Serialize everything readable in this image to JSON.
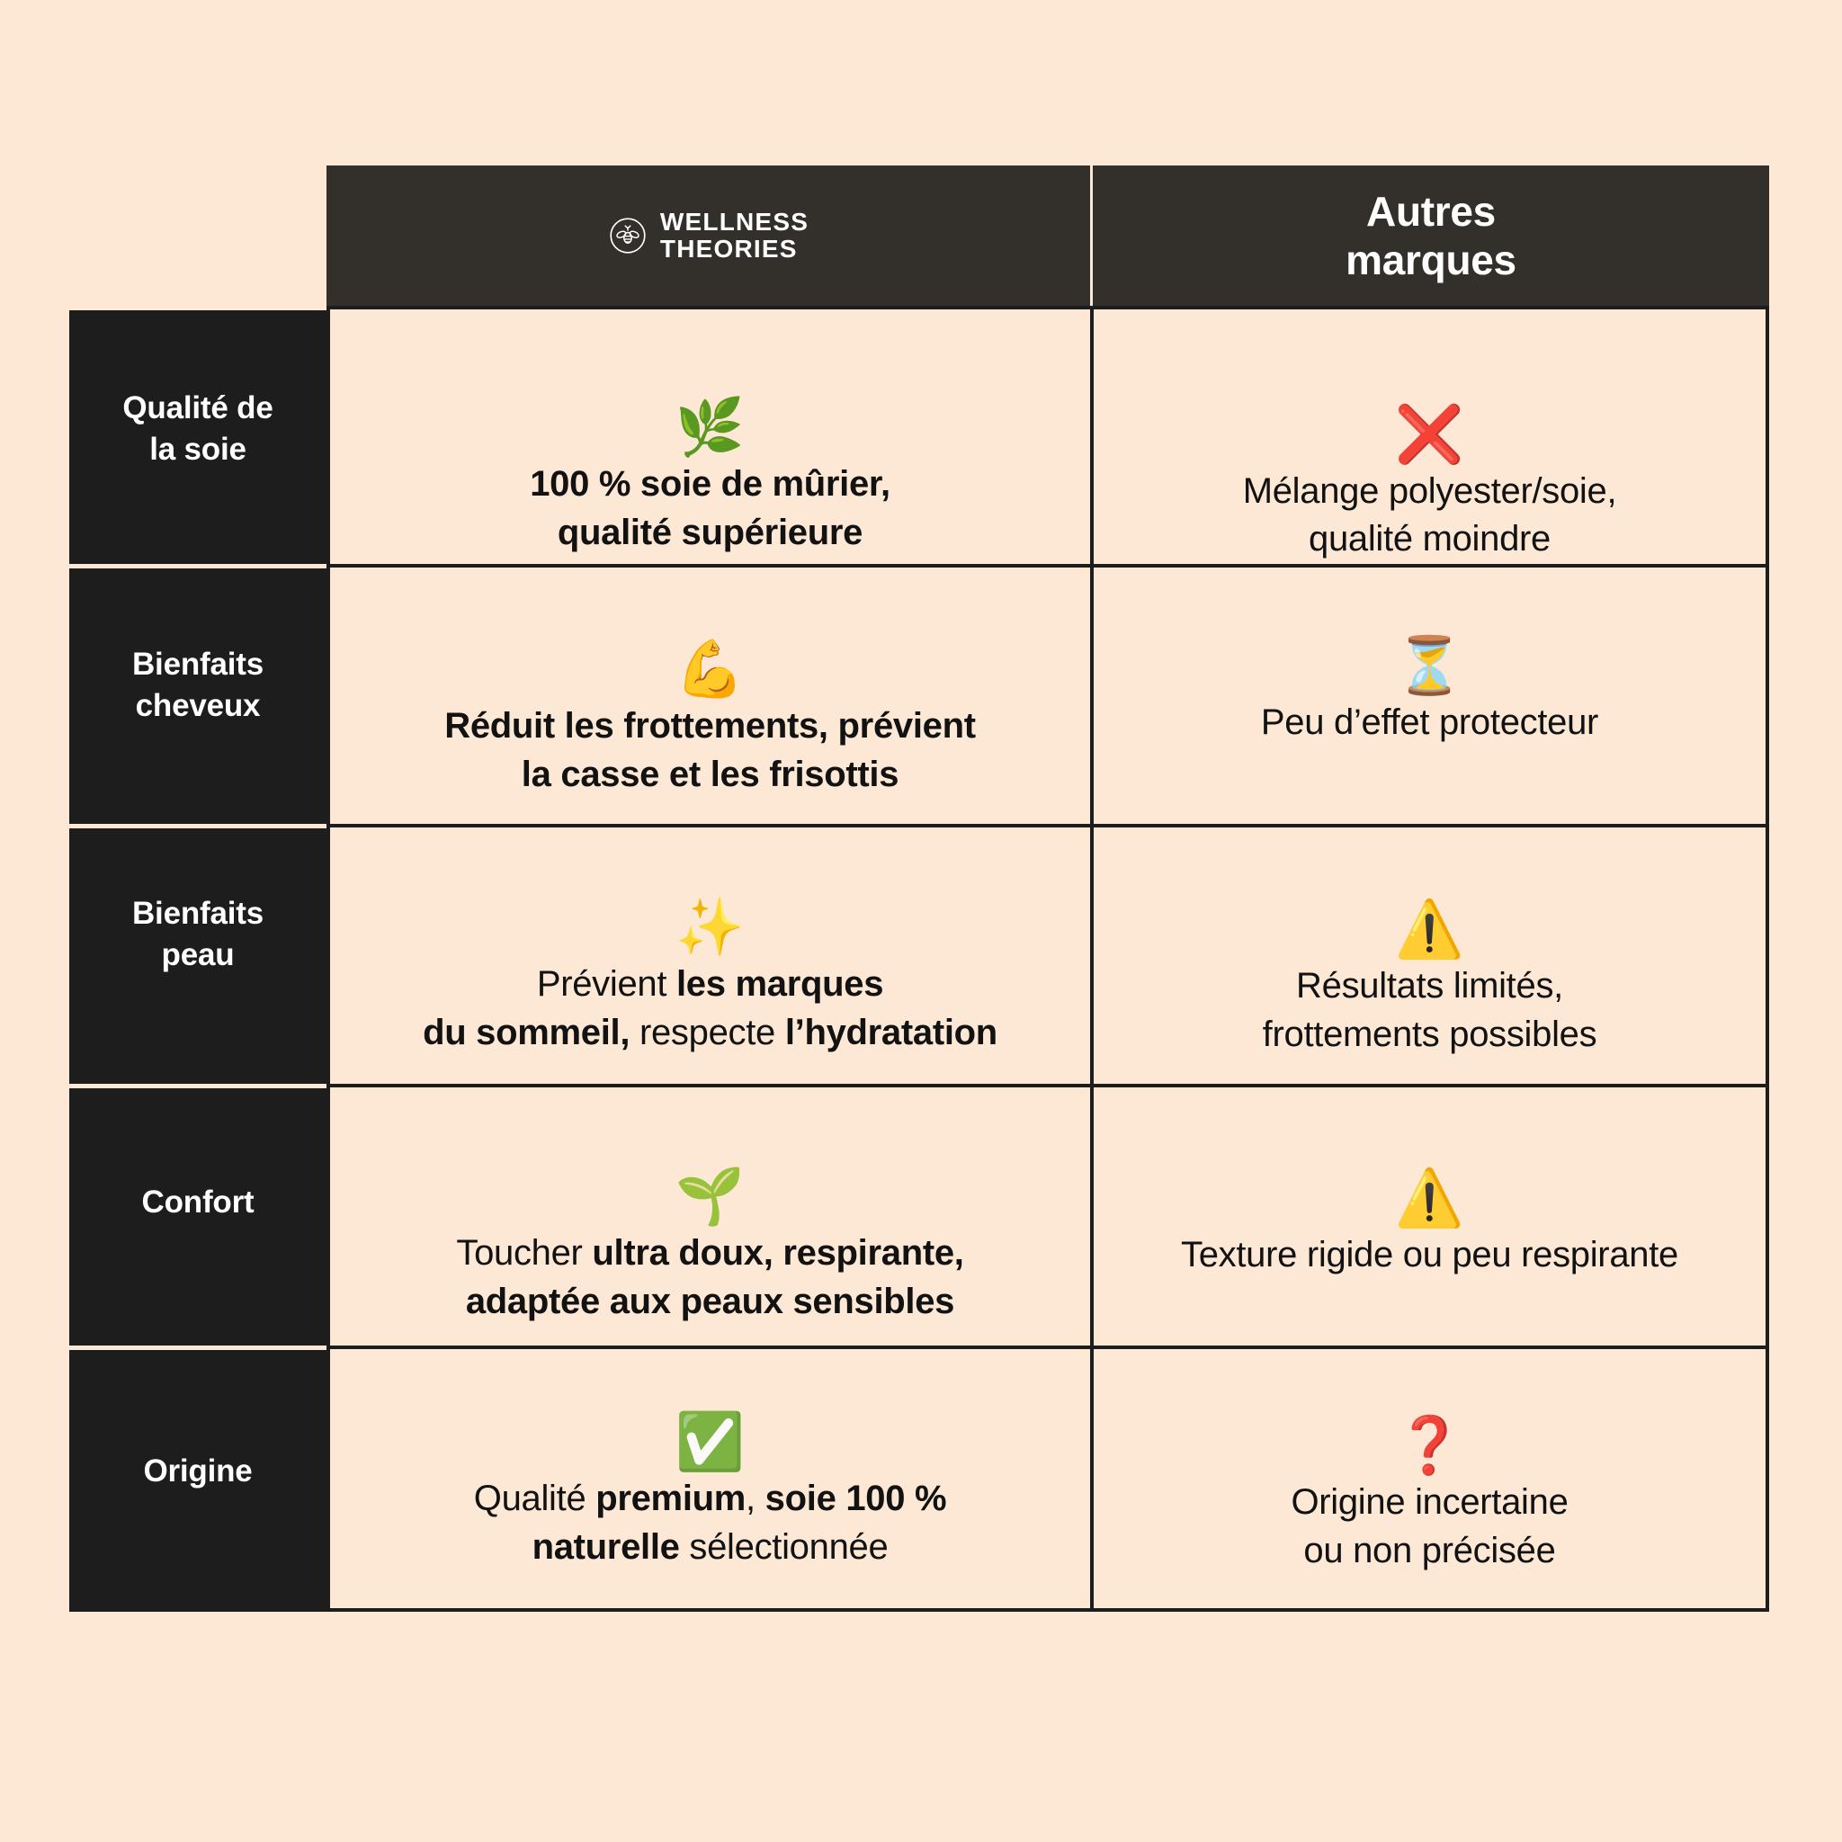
{
  "page": {
    "background_color": "#FCE8D5",
    "header_color": "#332F2B",
    "label_color": "#1D1D1D",
    "text_color": "#121212",
    "accent_red": "#D72C16",
    "accent_green": "#13A324"
  },
  "header": {
    "brand": {
      "logo_icon": "bee-in-circle-icon",
      "line1": "WELLNESS",
      "line2": "THEORIES"
    },
    "other": {
      "line1": "Autres",
      "line2": "marques"
    }
  },
  "rows": [
    {
      "label_line1": "Qualité de",
      "label_line2": "la soie",
      "brand": {
        "icon": "herb-leaf-emoji",
        "icon_glyph": "🌿",
        "line1": "100 % soie de mûrier,",
        "line2": "qualité supérieure",
        "weight": "bold"
      },
      "other": {
        "icon": "cross-mark-emoji",
        "icon_glyph": "❌",
        "line1": "Mélange polyester/soie,",
        "line2": "qualité moindre",
        "weight": "regular"
      }
    },
    {
      "label_line1": "Bienfaits",
      "label_line2": "cheveux",
      "brand": {
        "icon": "flexed-biceps-emoji",
        "icon_glyph": "💪",
        "line1": "Réduit les frottements, prévient",
        "line2": "la casse et les frisottis",
        "weight": "bold"
      },
      "other": {
        "icon": "hourglass-emoji",
        "icon_glyph": "⏳",
        "line1": "Peu d’effet protecteur",
        "line2": "",
        "weight": "regular"
      }
    },
    {
      "label_line1": "Bienfaits",
      "label_line2": "peau",
      "brand": {
        "icon": "sparkles-emoji",
        "icon_glyph": "✨",
        "line1_html": "Prévient <b>les marques</b>",
        "line2_html": "<b>du sommeil,</b> respecte <b>l’hydratation</b>",
        "line1_text": "Prévient les marques",
        "line2_text": "du sommeil, respecte l’hydratation",
        "weight": "mixed"
      },
      "other": {
        "icon": "warning-triangle-emoji",
        "icon_glyph": "⚠️",
        "line1": "Résultats limités,",
        "line2": "frottements possibles",
        "weight": "regular"
      }
    },
    {
      "label_line1": "Confort",
      "label_line2": "",
      "brand": {
        "icon": "seedling-emoji",
        "icon_glyph": "🌱",
        "line1_html": "Toucher <b>ultra doux, respirante,</b>",
        "line2_html": "<b>adaptée aux peaux sensibles</b>",
        "line1_text": "Toucher ultra doux, respirante,",
        "line2_text": "adaptée aux peaux sensibles",
        "weight": "mixed"
      },
      "other": {
        "icon": "warning-triangle-emoji",
        "icon_glyph": "⚠️",
        "line1": "Texture rigide ou peu respirante",
        "line2": "",
        "weight": "regular"
      }
    },
    {
      "label_line1": "Origine",
      "label_line2": "",
      "brand": {
        "icon": "check-mark-button-emoji",
        "icon_glyph": "✅",
        "line1_html": "Qualité <b>premium</b>, <b>soie 100 %</b>",
        "line2_html": "<b>naturelle</b> sélectionnée",
        "line1_text": "Qualité premium, soie 100 %",
        "line2_text": "naturelle sélectionnée",
        "weight": "mixed"
      },
      "other": {
        "icon": "red-question-mark-emoji",
        "icon_glyph": "❓",
        "line1": "Origine incertaine",
        "line2": "ou non précisée",
        "weight": "regular"
      }
    }
  ]
}
